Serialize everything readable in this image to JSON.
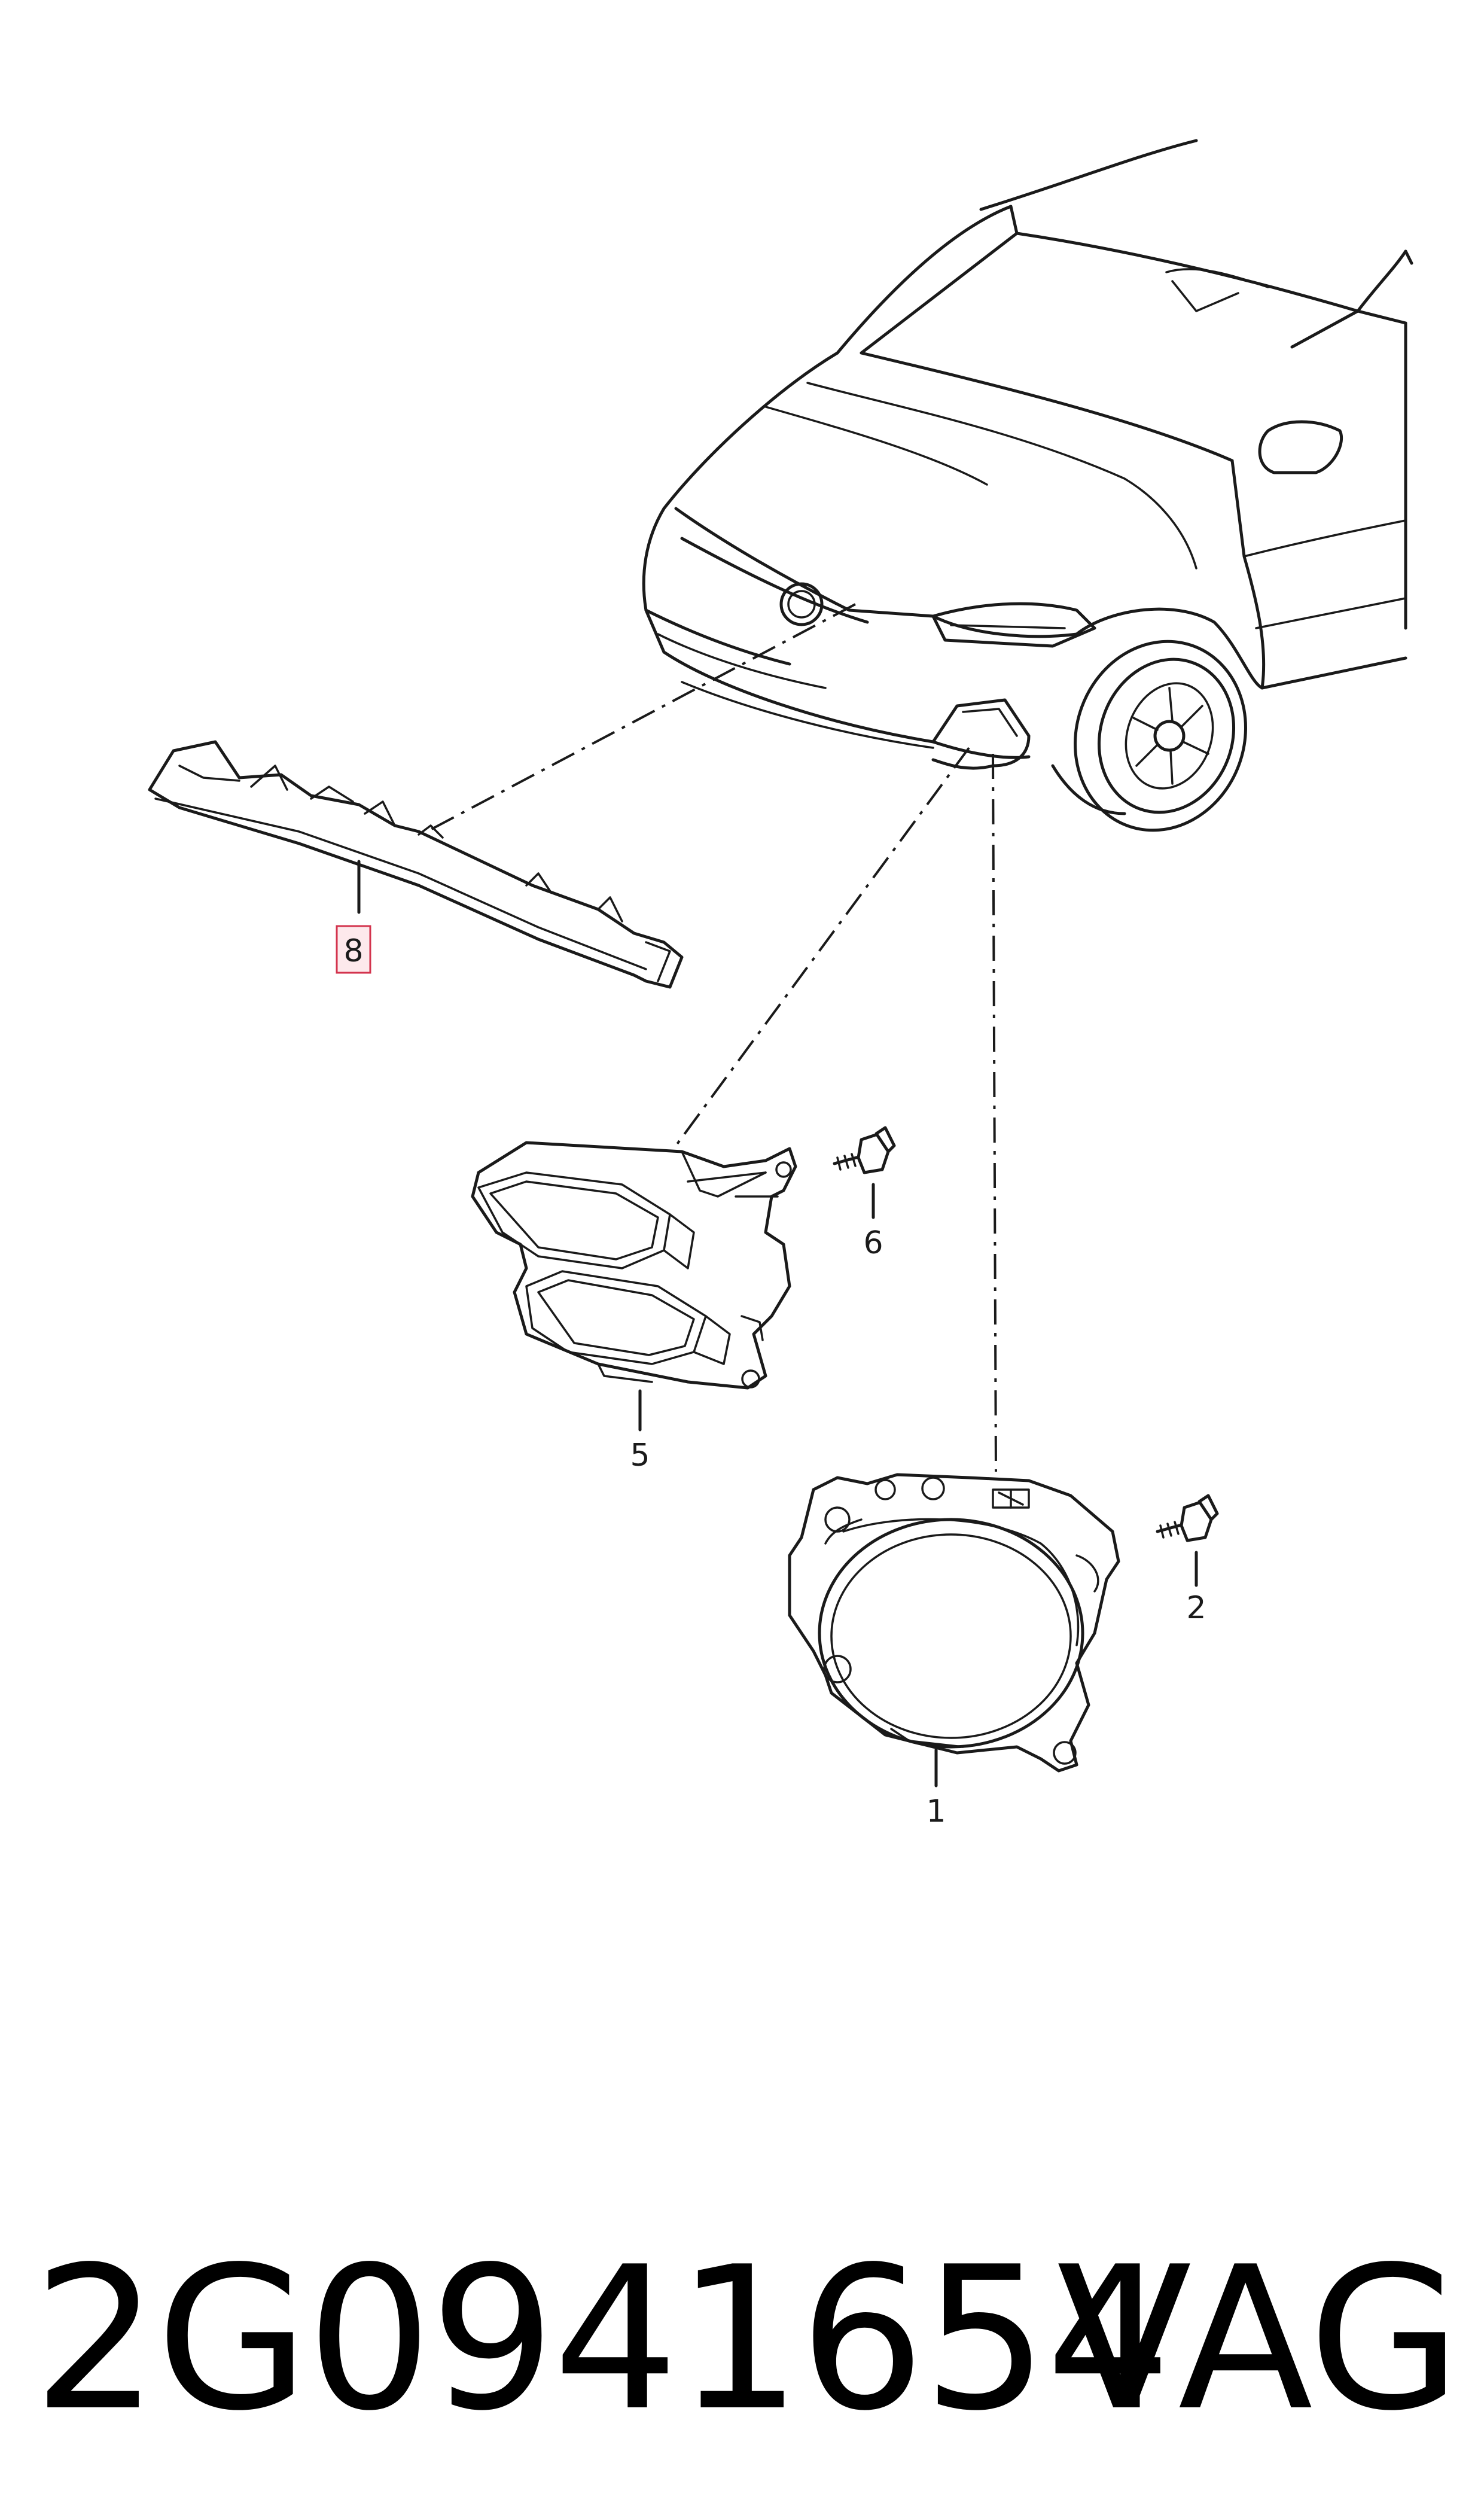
{
  "diagram": {
    "callouts": [
      {
        "id": "8",
        "label": "8",
        "highlighted": true
      },
      {
        "id": "6",
        "label": "6",
        "highlighted": false
      },
      {
        "id": "5",
        "label": "5",
        "highlighted": false
      },
      {
        "id": "2",
        "label": "2",
        "highlighted": false
      },
      {
        "id": "1",
        "label": "1",
        "highlighted": false
      }
    ],
    "highlight_color": "#d3334d"
  },
  "footer": {
    "part_number": "2G0941654",
    "brand": "VAG"
  }
}
